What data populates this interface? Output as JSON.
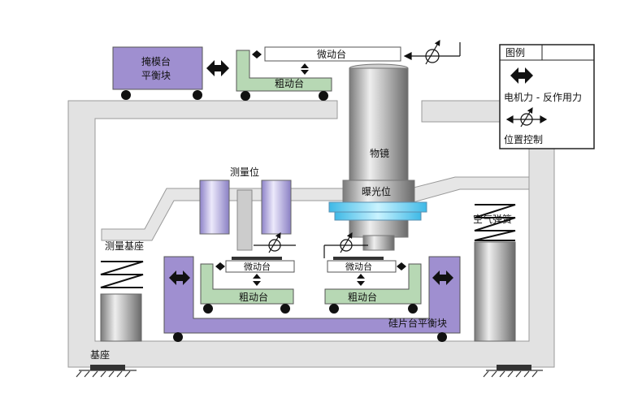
{
  "labels": {
    "mask_balance": [
      "掩模台",
      "平衡块"
    ],
    "fine_stage_top": "微动台",
    "coarse_stage_top": "粗动台",
    "lens": "物镜",
    "exposure": "曝光位",
    "measure": "测量位",
    "measure_base": "测量基座",
    "air_spring": "空气弹簧",
    "fine_stage_left": "微动台",
    "coarse_stage_left": "粗动台",
    "fine_stage_right": "微动台",
    "coarse_stage_right": "粗动台",
    "wafer_balance": "硅片台平衡块",
    "base": "基座"
  },
  "legend": {
    "title": "图例",
    "force_label": "电机力 - 反作用力",
    "position_label": "位置控制"
  },
  "colors": {
    "purple": "#9f8fd0",
    "green": "#b7d8b4",
    "frame_gray": "#e2e2e2",
    "cyan": "#4fd0f0"
  }
}
